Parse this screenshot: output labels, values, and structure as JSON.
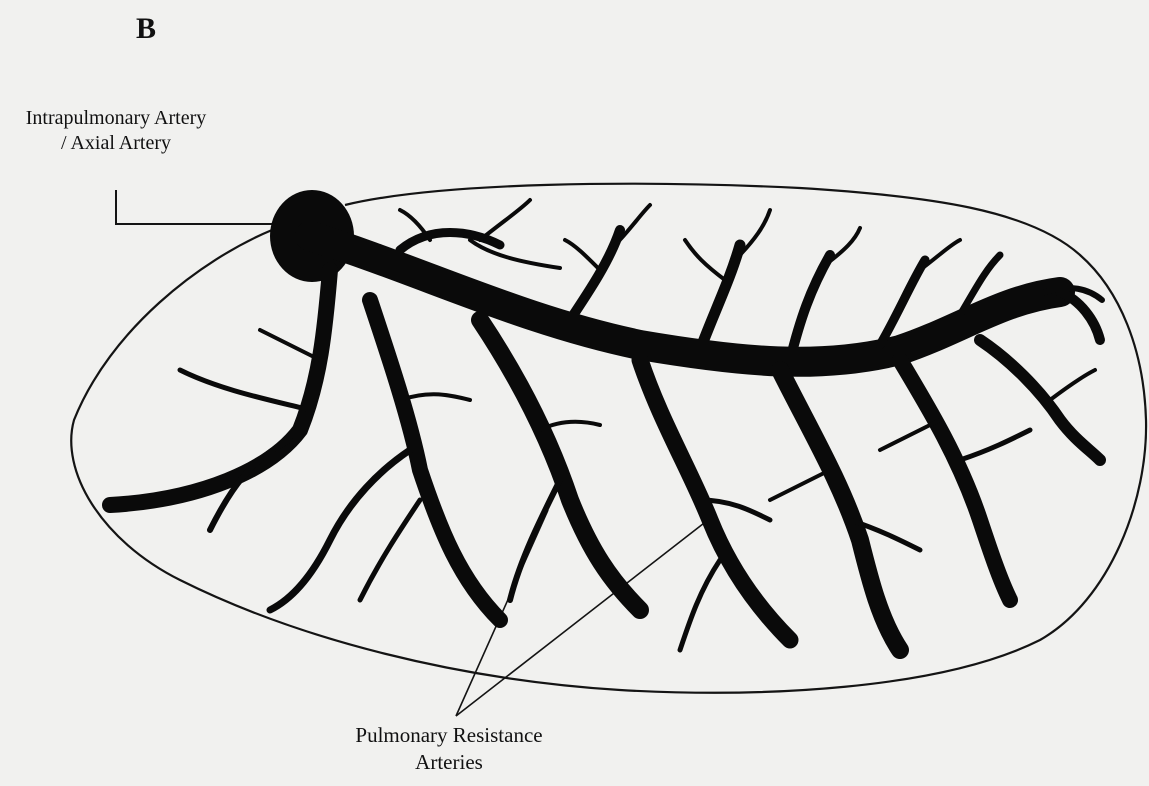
{
  "panel": {
    "letter": "B"
  },
  "labels": {
    "axial": {
      "line1": "Intrapulmonary Artery",
      "line2": "/ Axial Artery"
    },
    "resistance": {
      "line1": "Pulmonary Resistance",
      "line2": "Arteries"
    }
  },
  "colors": {
    "background": "#f1f1ef",
    "ink": "#0a0a0a",
    "outline": "#141414"
  }
}
